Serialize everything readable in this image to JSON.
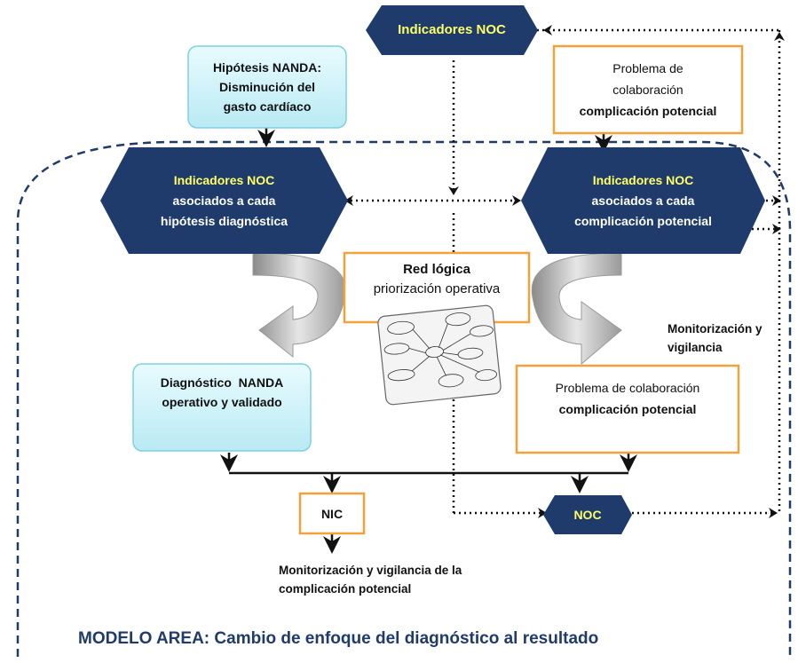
{
  "top_noc": {
    "label": "Indicadores NOC"
  },
  "hipotesis": {
    "line1": "Hipótesis NANDA:",
    "line2": "Disminución del",
    "line3": "gasto cardíaco"
  },
  "problema_top": {
    "line1": "Problema de",
    "line2": "colaboración",
    "line3": "complicación potencial"
  },
  "noc_left": {
    "line1": "Indicadores NOC",
    "line2": "asociados a cada",
    "line3": "hipótesis diagnóstica"
  },
  "noc_right": {
    "line1": "Indicadores NOC",
    "line2": "asociados a cada",
    "line3": "complicación potencial"
  },
  "red_logica": {
    "line1": "Red lógica",
    "line2": "priorización operativa"
  },
  "monitorizacion_right": {
    "line1": "Monitorización y",
    "line2": "vigilancia"
  },
  "diagnostico": {
    "line1": "Diagnóstico  NANDA",
    "line2": "operativo y validado"
  },
  "problema_mid": {
    "line1": "Problema de colaboración",
    "line2": "complicación potencial"
  },
  "nic": {
    "label": "NIC"
  },
  "noc_bottom": {
    "label": "NOC"
  },
  "monitorizacion_bottom": {
    "line1": "Monitorización y vigilancia de la",
    "line2": "complicación potencial"
  },
  "footer": {
    "title": "MODELO AREA: Cambio de enfoque del diagnóstico al resultado"
  },
  "colors": {
    "navy": "#1f3b6b",
    "orange": "#f4a13a",
    "light_cyan": "#cdf1f8",
    "yellow_text": "#ffff66",
    "footer_text": "#1f3b6b"
  }
}
